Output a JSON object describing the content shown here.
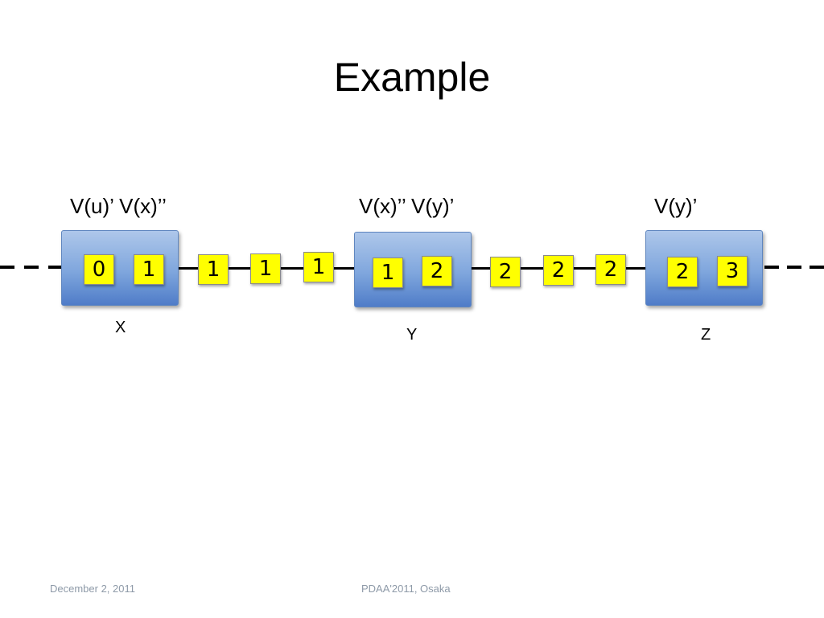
{
  "slide": {
    "title": "Example",
    "footer_date": "December 2, 2011",
    "footer_center": "PDAA'2011, Osaka"
  },
  "nodes": [
    {
      "id": "X",
      "label": "X",
      "header": "V(u)’  V(x)’’",
      "chips": [
        "0",
        "1"
      ]
    },
    {
      "id": "Y",
      "label": "Y",
      "header": "V(x)’’ V(y)’",
      "chips": [
        "1",
        "2"
      ]
    },
    {
      "id": "Z",
      "label": "Z",
      "header": "V(y)’",
      "chips": [
        "2",
        "3"
      ]
    }
  ],
  "links": [
    {
      "between": "X-Y",
      "messages": [
        "1",
        "1",
        "1"
      ]
    },
    {
      "between": "Y-Z",
      "messages": [
        "2",
        "2",
        "2"
      ]
    }
  ],
  "colors": {
    "node_fill": "#6f98d8",
    "message_fill": "#ffff00",
    "line": "#000000"
  }
}
